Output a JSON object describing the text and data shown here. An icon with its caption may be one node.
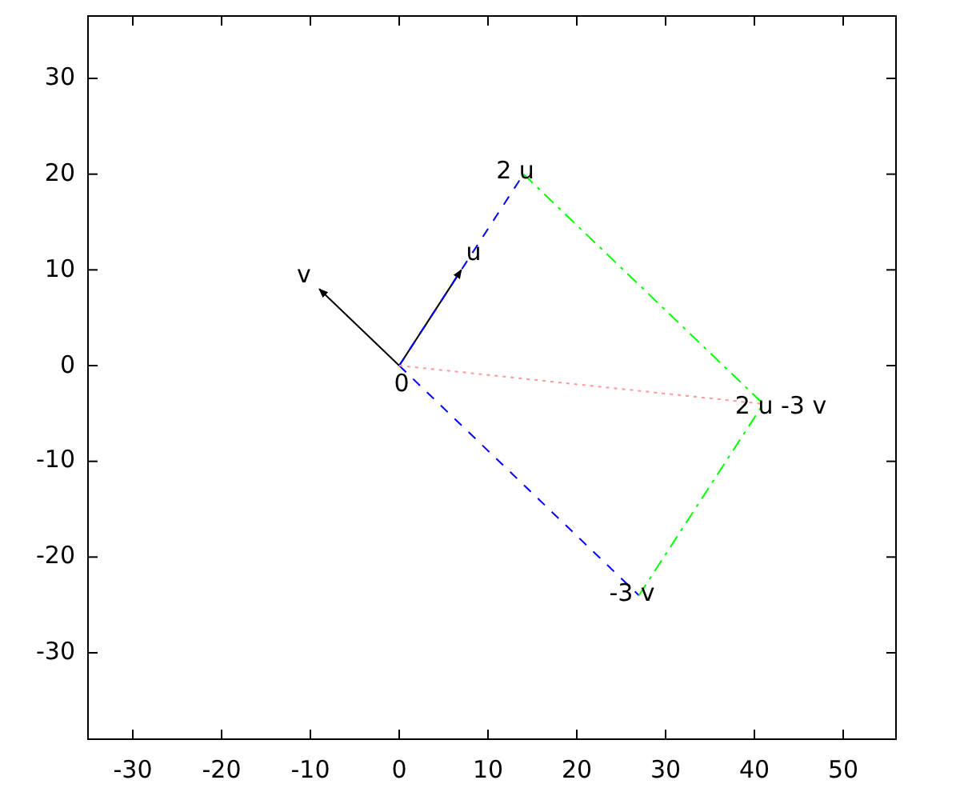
{
  "diagram": {
    "nodes": [
      {
        "text": [
          "0"
        ]
      },
      {
        "text": [
          "u"
        ]
      },
      {
        "text": [
          "v"
        ]
      },
      {
        "text": [
          "2 u"
        ]
      },
      {
        "text": [
          "-3 v"
        ]
      },
      {
        "text": [
          "2 u -3 v"
        ]
      }
    ],
    "edges": [
      {
        "from": 0,
        "to": 1,
        "arrow": "to"
      },
      {
        "from": 0,
        "to": 2,
        "arrow": "to"
      },
      {
        "from": 0,
        "to": 3,
        "arrow": "none",
        "style": "dashed",
        "color": "#0000ff"
      },
      {
        "from": 0,
        "to": 4,
        "arrow": "none",
        "style": "dashed",
        "color": "#0000ff"
      },
      {
        "from": 3,
        "to": 5,
        "arrow": "none",
        "style": "dashed",
        "color": "#00ff00"
      },
      {
        "from": 4,
        "to": 5,
        "arrow": "none",
        "style": "dashed",
        "color": "#00ff00"
      },
      {
        "from": 0,
        "to": 5,
        "arrow": "none",
        "style": "dashed",
        "color": "#ff9999"
      }
    ],
    "labels": [
      "30",
      "20",
      "10",
      "0",
      "-10",
      "-20",
      "-30",
      "-30",
      "-20",
      "-10",
      "0",
      "10",
      "20",
      "30",
      "40",
      "50"
    ]
  }
}
